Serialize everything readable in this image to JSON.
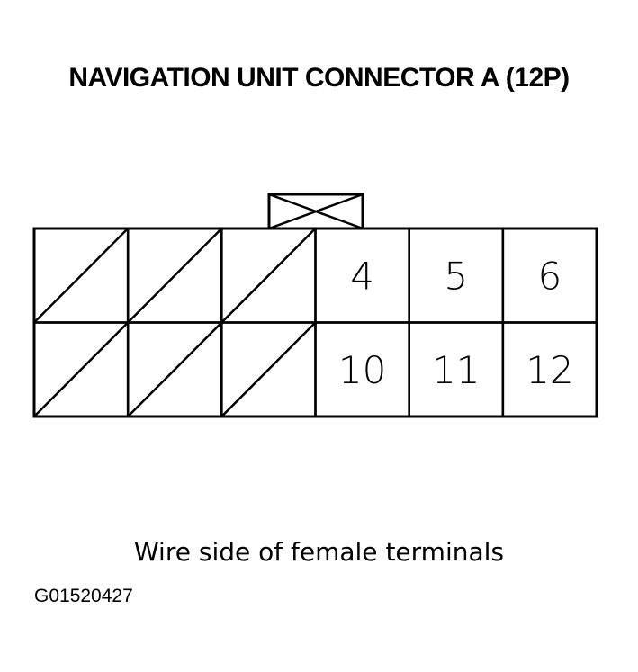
{
  "title": "NAVIGATION UNIT CONNECTOR A (12P)",
  "connector": {
    "pins_per_row": 6,
    "rows": [
      [
        {
          "label": "",
          "empty": true
        },
        {
          "label": "",
          "empty": true
        },
        {
          "label": "",
          "empty": true
        },
        {
          "label": "4",
          "empty": false
        },
        {
          "label": "5",
          "empty": false
        },
        {
          "label": "6",
          "empty": false
        }
      ],
      [
        {
          "label": "",
          "empty": true
        },
        {
          "label": "",
          "empty": true
        },
        {
          "label": "",
          "empty": true
        },
        {
          "label": "10",
          "empty": false
        },
        {
          "label": "11",
          "empty": false
        },
        {
          "label": "12",
          "empty": false
        }
      ]
    ]
  },
  "caption": "Wire side of female terminals",
  "figure_id": "G01520427"
}
